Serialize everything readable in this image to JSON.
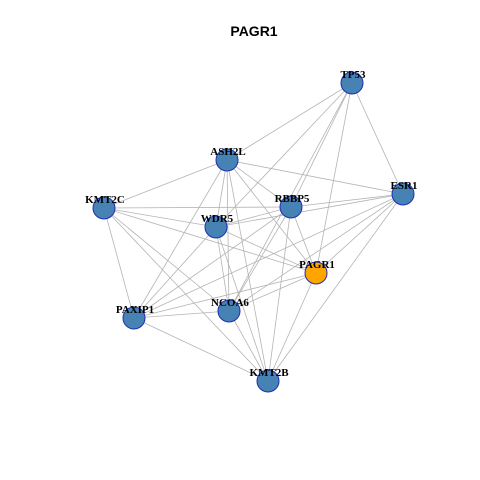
{
  "title": "PAGR1",
  "colors": {
    "default_node": "#4682b4",
    "focus_node": "#ffa500",
    "node_border": "#1f2fb0",
    "edge": "#b4b4b4"
  },
  "nodes": [
    {
      "id": "TP53",
      "label": "TP53",
      "focus": false
    },
    {
      "id": "ASH2L",
      "label": "ASH2L",
      "focus": false
    },
    {
      "id": "ESR1",
      "label": "ESR1",
      "focus": false
    },
    {
      "id": "KMT2C",
      "label": "KMT2C",
      "focus": false
    },
    {
      "id": "RBBP5",
      "label": "RBBP5",
      "focus": false
    },
    {
      "id": "WDR5",
      "label": "WDR5",
      "focus": false
    },
    {
      "id": "PAGR1",
      "label": "PAGR1",
      "focus": true
    },
    {
      "id": "PAXIP1",
      "label": "PAXIP1",
      "focus": false
    },
    {
      "id": "NCOA6",
      "label": "NCOA6",
      "focus": false
    },
    {
      "id": "KMT2B",
      "label": "KMT2B",
      "focus": false
    }
  ],
  "edges": [
    [
      "TP53",
      "ASH2L"
    ],
    [
      "TP53",
      "WDR5"
    ],
    [
      "TP53",
      "RBBP5"
    ],
    [
      "TP53",
      "ESR1"
    ],
    [
      "TP53",
      "PAGR1"
    ],
    [
      "TP53",
      "NCOA6"
    ],
    [
      "ASH2L",
      "KMT2C"
    ],
    [
      "ASH2L",
      "WDR5"
    ],
    [
      "ASH2L",
      "RBBP5"
    ],
    [
      "ASH2L",
      "PAGR1"
    ],
    [
      "ASH2L",
      "NCOA6"
    ],
    [
      "ASH2L",
      "PAXIP1"
    ],
    [
      "ASH2L",
      "KMT2B"
    ],
    [
      "ASH2L",
      "ESR1"
    ],
    [
      "KMT2C",
      "WDR5"
    ],
    [
      "KMT2C",
      "RBBP5"
    ],
    [
      "KMT2C",
      "PAGR1"
    ],
    [
      "KMT2C",
      "NCOA6"
    ],
    [
      "KMT2C",
      "PAXIP1"
    ],
    [
      "KMT2C",
      "KMT2B"
    ],
    [
      "RBBP5",
      "WDR5"
    ],
    [
      "RBBP5",
      "ESR1"
    ],
    [
      "RBBP5",
      "PAGR1"
    ],
    [
      "RBBP5",
      "PAXIP1"
    ],
    [
      "RBBP5",
      "NCOA6"
    ],
    [
      "RBBP5",
      "KMT2B"
    ],
    [
      "WDR5",
      "ESR1"
    ],
    [
      "WDR5",
      "PAGR1"
    ],
    [
      "WDR5",
      "PAXIP1"
    ],
    [
      "WDR5",
      "NCOA6"
    ],
    [
      "WDR5",
      "KMT2B"
    ],
    [
      "ESR1",
      "PAGR1"
    ],
    [
      "ESR1",
      "NCOA6"
    ],
    [
      "ESR1",
      "PAXIP1"
    ],
    [
      "ESR1",
      "KMT2B"
    ],
    [
      "PAGR1",
      "PAXIP1"
    ],
    [
      "PAGR1",
      "NCOA6"
    ],
    [
      "PAGR1",
      "KMT2B"
    ],
    [
      "PAXIP1",
      "NCOA6"
    ],
    [
      "PAXIP1",
      "KMT2B"
    ],
    [
      "NCOA6",
      "KMT2B"
    ]
  ]
}
